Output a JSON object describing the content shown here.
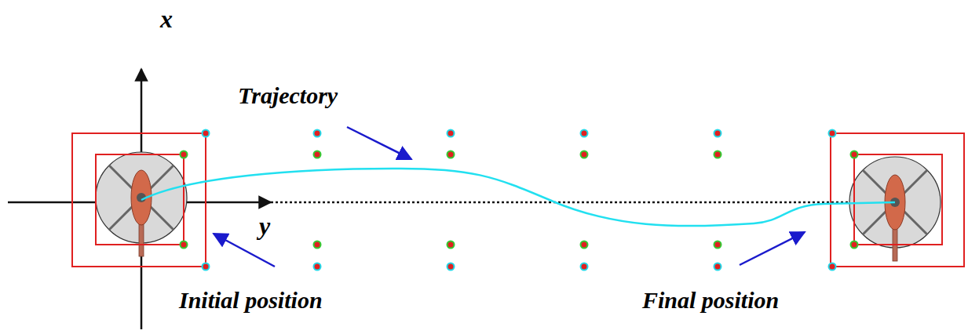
{
  "diagram": {
    "labels": [
      "x",
      "Trajectory",
      "y",
      "Initial position",
      "Final position"
    ]
  }
}
